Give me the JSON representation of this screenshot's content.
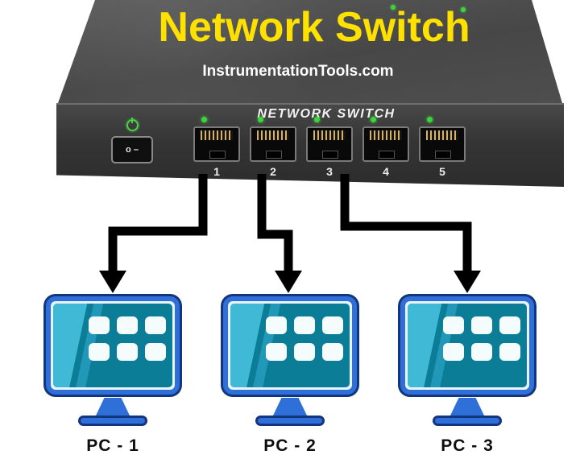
{
  "title": "Network Switch",
  "watermark": "InstrumentationTools.com",
  "switch": {
    "faceplate_label": "NETWORK SWITCH",
    "ports": [
      "1",
      "2",
      "3",
      "4",
      "5"
    ],
    "power_marks": "o  –"
  },
  "pcs": [
    {
      "label": "PC - 1"
    },
    {
      "label": "PC - 2"
    },
    {
      "label": "PC - 3"
    }
  ],
  "connections": [
    {
      "from_port": "1",
      "to": "PC - 1"
    },
    {
      "from_port": "2",
      "to": "PC - 2"
    },
    {
      "from_port": "3",
      "to": "PC - 3"
    }
  ],
  "colors": {
    "title_yellow": "#FFE100",
    "switch_body_gray": "#3F3F3F",
    "led_green": "#3ED43E",
    "monitor_blue": "#2E6FD8",
    "monitor_outline_navy": "#13357F",
    "screen_teal": "#0C7D97",
    "arrow_black": "#000000"
  }
}
